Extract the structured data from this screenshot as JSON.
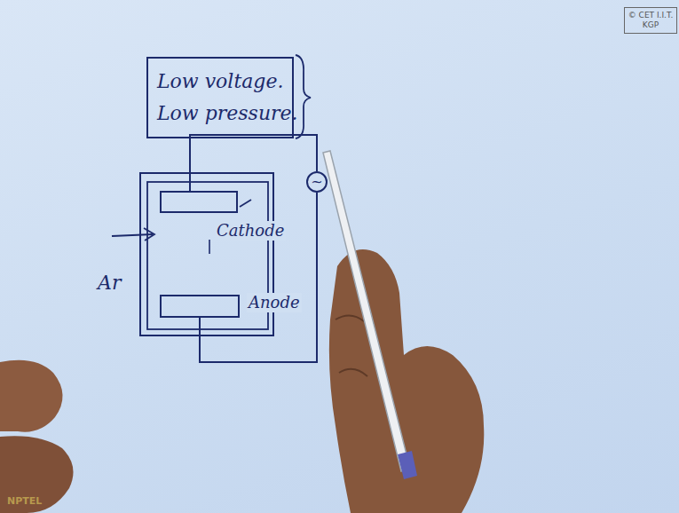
{
  "diagram": {
    "nodes": [
      {
        "text": [
          "Low voltage.",
          "Low pressure."
        ]
      },
      {
        "text": [
          "© CET I.I.T. KGP"
        ]
      },
      {
        "text": [
          "Cathode"
        ]
      },
      {
        "text": [
          "~"
        ]
      },
      {
        "text": [
          "Anode"
        ]
      }
    ],
    "edges": [
      {
        "from": 3,
        "to": 2,
        "arrow": "none"
      },
      {
        "from": 3,
        "to": 4,
        "arrow": "none"
      }
    ],
    "labels": [
      "Ar",
      "NPTEL"
    ]
  }
}
